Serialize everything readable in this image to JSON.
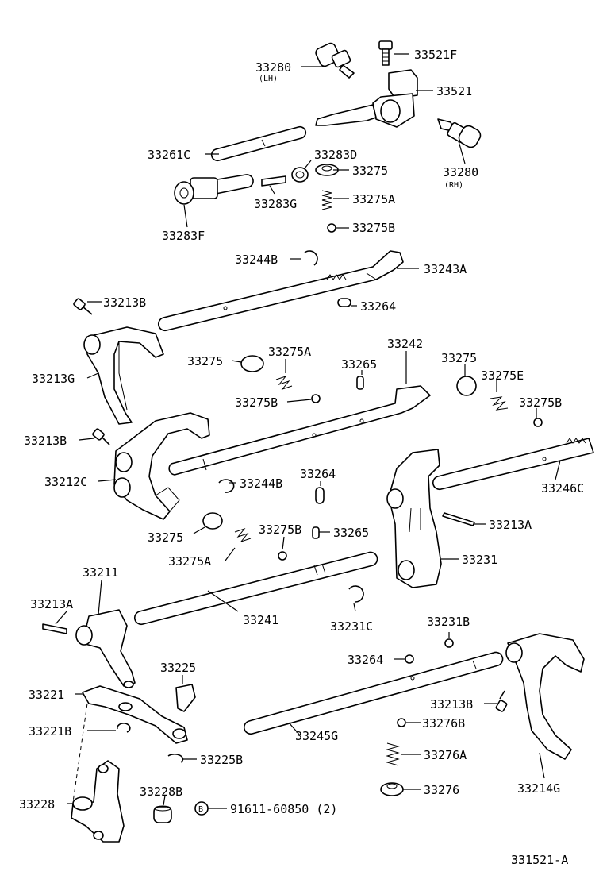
{
  "diagram_id": "331521-A",
  "labels": {
    "p33280_lh": "33280",
    "p33280_lh_note": "(LH)",
    "p33521F": "33521F",
    "p33521": "33521",
    "p33280_rh": "33280",
    "p33280_rh_note": "(RH)",
    "p33261C": "33261C",
    "p33283D": "33283D",
    "p33275_top": "33275",
    "p33283G": "33283G",
    "p33275A_top": "33275A",
    "p33283F": "33283F",
    "p33275B_top": "33275B",
    "p33244B_top": "33244B",
    "p33243A": "33243A",
    "p33213B_top": "33213B",
    "p33264_top": "33264",
    "p33242": "33242",
    "p33275_left": "33275",
    "p33275A_mid": "33275A",
    "p33265_top": "33265",
    "p33275_right": "33275",
    "p33275E": "33275E",
    "p33213G": "33213G",
    "p33275B_mid": "33275B",
    "p33275B_right": "33275B",
    "p33213B_mid": "33213B",
    "p33212C": "33212C",
    "p33244B_mid": "33244B",
    "p33264_mid": "33264",
    "p33246C": "33246C",
    "p33213A_right": "33213A",
    "p33275_low": "33275",
    "p33275B_low": "33275B",
    "p33265_low": "33265",
    "p33275A_low": "33275A",
    "p33231": "33231",
    "p33211": "33211",
    "p33213A_left": "33213A",
    "p33241": "33241",
    "p33231C": "33231C",
    "p33231B": "33231B",
    "p33264_low": "33264",
    "p33225": "33225",
    "p33221": "33221",
    "p33213B_low": "33213B",
    "p33221B": "33221B",
    "p33245G": "33245G",
    "p33276B": "33276B",
    "p33225B": "33225B",
    "p33276A": "33276A",
    "p33228": "33228",
    "p33228B": "33228B",
    "p91611": "91611-60850 (2)",
    "p33276": "33276",
    "p33214G": "33214G",
    "bolt_mark": "B"
  },
  "colors": {
    "line": "#000000",
    "background": "#ffffff"
  }
}
